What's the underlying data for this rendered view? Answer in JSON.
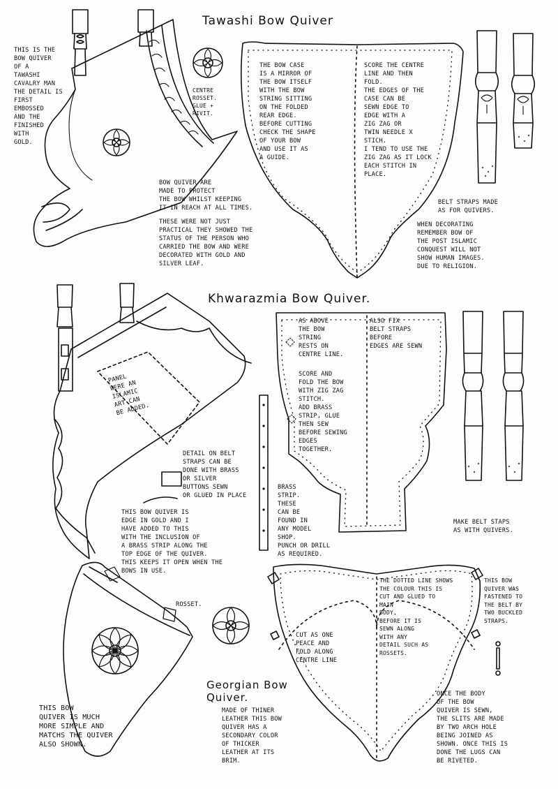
{
  "titles": {
    "tawashi": "Tawashi Bow Quiver",
    "khwarazmia": "Khwarazmia Bow Quiver.",
    "georgian": "Georgian Bow\nQuiver."
  },
  "tawashi": {
    "intro": "This is the\nBow Quiver\nof a\nTawashi\nCavalry man\nThe detail is\nfirst\nembossed\nand the\nfinished\nwith\ngold.",
    "rosset": "Centre\nRosset.\nGlue +\nRivit.",
    "case_left": "The Bow case\nis a mirror of\nthe bow itself\nwith the bow\nstring sitting\non the folded\nrear edge.\nBefore cutting\ncheck the shape\nof your bow\nand use it as\na guide.",
    "case_right": "Score the centre\nline and then\nfold.\nThe edges of the\ncase can be\nsewn edge to\nedge with a\nzig zag or\ntwin needle x\nstich.\nI tend to use the\nzig zag as it lock\neach stitch in\nplace.",
    "purpose": "Bow quiver are\nmade to protect\nthe bow whilst keeping\nit in reach at all times.",
    "status": "These were not just\npractical they showed the\nstatus of the person who\ncarried the bow and were\ndecorated with gold and\nsilver leaf.",
    "belt": "Belt straps made\nas for quivers.",
    "decorating": "When decorating\nremember bow of\nthe post Islamic\nconquest will not\nshow human images.\nDue to religion."
  },
  "khwarazmia": {
    "panel": "Panel\nwere an\nIslamic\nArt can\nbe added.",
    "as_above": "As above\nthe bow\nstring\nrests on\ncentre line.",
    "also_fix": "Also fix\nbelt straps\nbefore\nedges are sewn",
    "score_fold": "Score and\nfold the bow\nwith zig zag\nstitch.\nAdd brass\nstrip, glue\nthen sew\nbefore sewing\nedges\ntogether.",
    "belt_detail": "Detail on belt\nstraps can be\ndone with brass\nor silver\nbuttons sewn\nor glued in place",
    "brass_strip": "Brass\nstrip.\nThese\ncan be\nfound in\nany model\nshop.\nPunch or drill\nas required.",
    "edge_gold": "This bow quiver is\nedge in gold and I\nhave added to this\nwith the inclusion of\na brass strip along the\ntop edge of the quiver.\nThis keeps it open when the\nbows in use.",
    "make_belt": "Make belt staps\nas with quivers."
  },
  "georgian": {
    "rosset": "Rosset.",
    "cut_as_one": "Cut as one\npeace and\nfold along\ncentre line",
    "dotted_line": "The dotted line shows\nthe colour this is\ncut and glued to\nmain\nbody,\nbefore it is\nsewn along\nwith any\ndetail such as\nrossets.",
    "fastened": "This bow\nquiver was\nfastened to\nthe belt by\ntwo buckled\nstraps.",
    "simple": "This bow\nquiver is much\nmore simple and\nmatchs the quiver\nalso shown.",
    "thinner": "Made of thiner\nleather this bow\nquiver has a\nsecondary color\nof thicker\nleather at its\nbrim.",
    "slits": "Once the body\nof the bow\nquiver is sewn,\nthe slits are made\nby two arch hole\nbeing joined as\nshown. Once this is\ndone the lugs can\nbe riveted."
  },
  "colors": {
    "ink": "#111111",
    "paper": "#fdfdfd",
    "dot_fill": "#555555"
  }
}
